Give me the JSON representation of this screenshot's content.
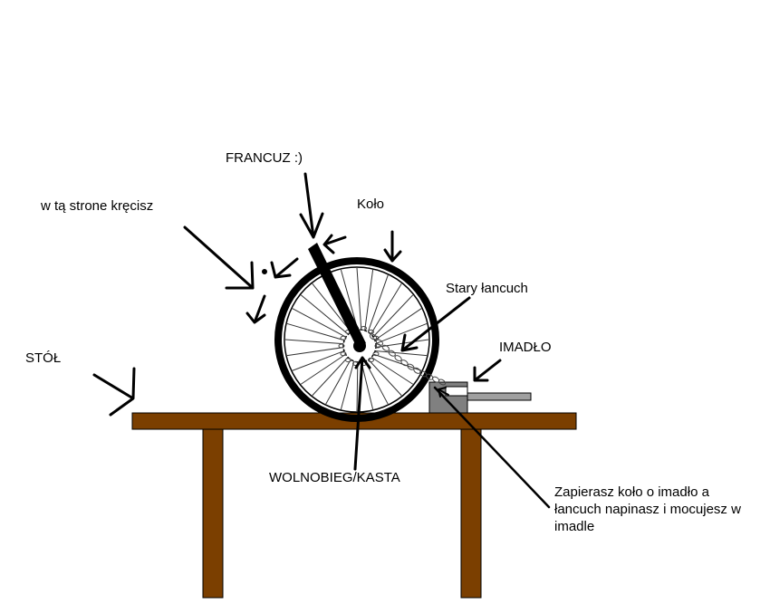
{
  "labels": {
    "francuz": "FRANCUZ :)",
    "direction": "w tą strone kręcisz",
    "kolo": "Koło",
    "stary_lancuch": "Stary łancuch",
    "imadlo": "IMADŁO",
    "stol": "STÓŁ",
    "wolnobieg": "WOLNOBIEG/KASTA",
    "instruction_line1": "Zapierasz koło o imadło a",
    "instruction_line2": "łancuch napinasz i mocujesz w",
    "instruction_line3": "imadle"
  },
  "colors": {
    "background": "#ffffff",
    "ink": "#000000",
    "wood": "#7b3f00",
    "vise": "#808080",
    "vise_handle": "#a0a0a0"
  }
}
